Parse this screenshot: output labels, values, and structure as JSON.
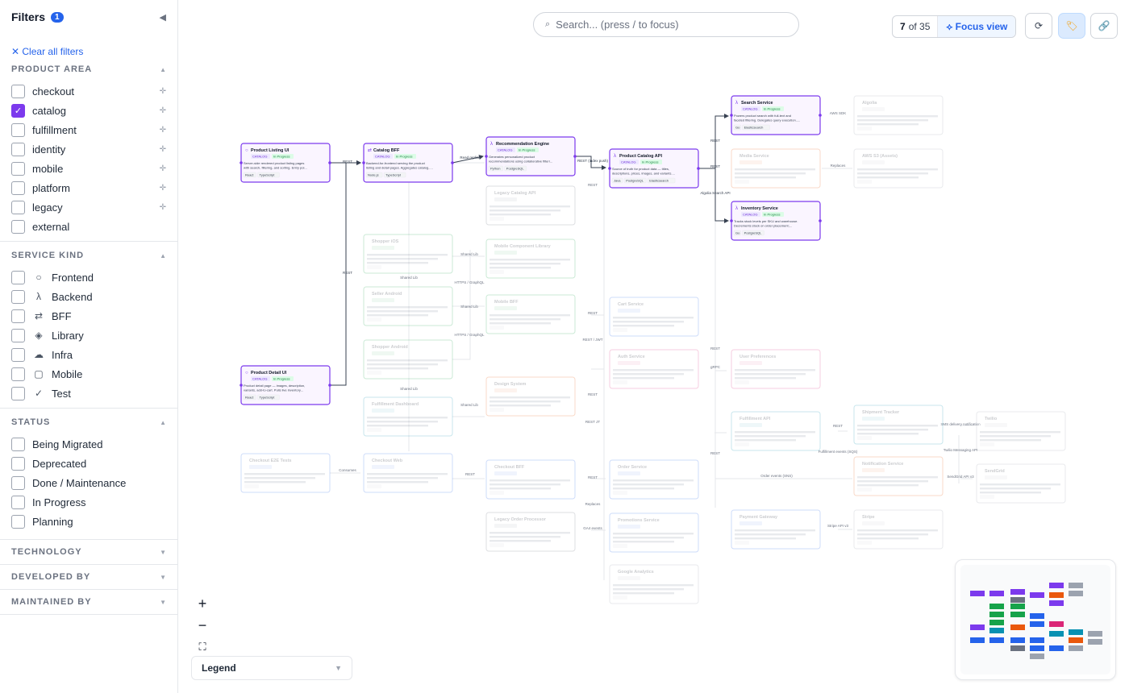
{
  "sidebar": {
    "title": "Filters",
    "badge": "1",
    "collapse_icon": "triangle-left-icon",
    "clear_all": "✕ Clear all filters",
    "product_area": {
      "title": "PRODUCT AREA",
      "options": [
        {
          "label": "checkout",
          "checked": false
        },
        {
          "label": "catalog",
          "checked": true
        },
        {
          "label": "fulfillment",
          "checked": false
        },
        {
          "label": "identity",
          "checked": false
        },
        {
          "label": "mobile",
          "checked": false
        },
        {
          "label": "platform",
          "checked": false
        },
        {
          "label": "legacy",
          "checked": false
        },
        {
          "label": "external",
          "checked": false
        }
      ]
    },
    "service_kind": {
      "title": "SERVICE KIND",
      "options": [
        {
          "label": "Frontend",
          "icon": "○"
        },
        {
          "label": "Backend",
          "icon": "λ"
        },
        {
          "label": "BFF",
          "icon": "⇄"
        },
        {
          "label": "Library",
          "icon": "◈"
        },
        {
          "label": "Infra",
          "icon": "☁"
        },
        {
          "label": "Mobile",
          "icon": "▢"
        },
        {
          "label": "Test",
          "icon": "✓"
        }
      ]
    },
    "status": {
      "title": "STATUS",
      "options": [
        "Being Migrated",
        "Deprecated",
        "Done / Maintenance",
        "In Progress",
        "Planning"
      ]
    },
    "collapsed_sections": [
      "TECHNOLOGY",
      "DEVELOPED BY",
      "MAINTAINED BY"
    ]
  },
  "toolbar": {
    "search_placeholder": "Search... (press / to focus)",
    "count_current": "7",
    "count_total": "of 35",
    "focus_label": "⟡ Focus view",
    "reset_icon": "reset-icon",
    "tag_icon": "tag-icon",
    "link_icon": "link-icon"
  },
  "zoom": {
    "in": "+",
    "out": "−",
    "fit": "⛶"
  },
  "legend": {
    "label": "Legend"
  },
  "graph": {
    "active_nodes": [
      {
        "id": "pli",
        "title": "Product Listing UI",
        "icon": "○",
        "area": "CATALOG",
        "status": "In Progress",
        "desc": "Server-side rendered product listing pages with search, filtering, and sorting. Entry poi...",
        "tags": [
          "React",
          "TypeScript"
        ],
        "color": "#7c3aed"
      },
      {
        "id": "bff",
        "title": "Catalog BFF",
        "icon": "⇄",
        "area": "CATALOG",
        "status": "In Progress",
        "desc": "Backend-for-frontend serving the product listing and detail pages. Aggregates catalog...",
        "tags": [
          "Node.js",
          "TypeScript"
        ],
        "color": "#7c3aed"
      },
      {
        "id": "rec",
        "title": "Recommendation Engine",
        "icon": "λ",
        "area": "CATALOG",
        "status": "In Progress",
        "desc": "Generates personalized product recommendations using collaborative filteri...",
        "tags": [
          "Python",
          "PostgreSQL"
        ],
        "color": "#7c3aed"
      },
      {
        "id": "api",
        "title": "Product Catalog API",
        "icon": "λ",
        "area": "CATALOG",
        "status": "In Progress",
        "desc": "Source of truth for product data — titles, descriptions, prices, images, and variants....",
        "tags": [
          "Java",
          "PostgreSQL",
          "Elasticsearch"
        ],
        "color": "#7c3aed"
      },
      {
        "id": "search",
        "title": "Search Service",
        "icon": "λ",
        "area": "CATALOG",
        "status": "In Progress",
        "desc": "Powers product search with full-text and faceted filtering. Delegates query execution...",
        "tags": [
          "Go",
          "Elasticsearch"
        ],
        "color": "#7c3aed"
      },
      {
        "id": "inv",
        "title": "Inventory Service",
        "icon": "λ",
        "area": "CATALOG",
        "status": "In Progress",
        "desc": "Tracks stock levels per SKU and warehouse. Decrements stock on order placement;...",
        "tags": [
          "Go",
          "PostgreSQL"
        ],
        "color": "#7c3aed"
      },
      {
        "id": "pdi",
        "title": "Product Detail UI",
        "icon": "○",
        "area": "CATALOG",
        "status": "In Progress",
        "desc": "Product detail page — images, description, variants, add-to-cart. Pulls live inventory...",
        "tags": [
          "React",
          "TypeScript"
        ],
        "color": "#7c3aed"
      }
    ],
    "dimmed_nodes": [
      {
        "title": "Algolia",
        "color": "#9ca3af"
      },
      {
        "title": "Media Service",
        "color": "#ea580c"
      },
      {
        "title": "AWS S3 (Assets)",
        "color": "#9ca3af"
      },
      {
        "title": "Legacy Catalog API",
        "color": "#6b7280"
      },
      {
        "title": "Shopper iOS",
        "color": "#16a34a"
      },
      {
        "title": "Mobile Component Library",
        "color": "#16a34a"
      },
      {
        "title": "Seller Android",
        "color": "#16a34a"
      },
      {
        "title": "Mobile BFF",
        "color": "#16a34a"
      },
      {
        "title": "Cart Service",
        "color": "#2563eb"
      },
      {
        "title": "Shopper Android",
        "color": "#16a34a"
      },
      {
        "title": "Auth Service",
        "color": "#db2777"
      },
      {
        "title": "User Preferences",
        "color": "#db2777"
      },
      {
        "title": "Design System",
        "color": "#ea580c"
      },
      {
        "title": "Fulfillment Dashboard",
        "color": "#0891b2"
      },
      {
        "title": "Fulfillment API",
        "color": "#0891b2"
      },
      {
        "title": "Shipment Tracker",
        "color": "#0891b2"
      },
      {
        "title": "Twilio",
        "color": "#9ca3af"
      },
      {
        "title": "Checkout E2E Tests",
        "color": "#2563eb"
      },
      {
        "title": "Checkout Web",
        "color": "#2563eb"
      },
      {
        "title": "Checkout BFF",
        "color": "#2563eb"
      },
      {
        "title": "Order Service",
        "color": "#2563eb"
      },
      {
        "title": "Notification Service",
        "color": "#ea580c"
      },
      {
        "title": "SendGrid",
        "color": "#9ca3af"
      },
      {
        "title": "Legacy Order Processor",
        "color": "#6b7280"
      },
      {
        "title": "Promotions Service",
        "color": "#2563eb"
      },
      {
        "title": "Payment Gateway",
        "color": "#2563eb"
      },
      {
        "title": "Stripe",
        "color": "#9ca3af"
      },
      {
        "title": "Google Analytics",
        "color": "#9ca3af"
      }
    ],
    "edge_labels": [
      "REST",
      "REST",
      "Read replica",
      "REST (index push)",
      "REST",
      "REST",
      "Algolia Search API",
      "AWS SDK",
      "Replaces",
      "REST",
      "Shared Lib",
      "Shared Lib",
      "HTTPS / GraphQL",
      "HTTPS / GraphQL",
      "Shared Lib",
      "Shared Lib",
      "Shared Lib",
      "REST",
      "REST / JWT",
      "REST",
      "gRPC",
      "REST",
      "REST JT",
      "REST",
      "Consumes",
      "REST",
      "REST",
      "Order events (SNS)",
      "Fulfillment events (SQS)",
      "SMS delivery notification",
      "Twilio Messaging API",
      "SendGrid API v3",
      "REST",
      "Stripe API v3",
      "Replaces",
      "GA4 events"
    ]
  }
}
